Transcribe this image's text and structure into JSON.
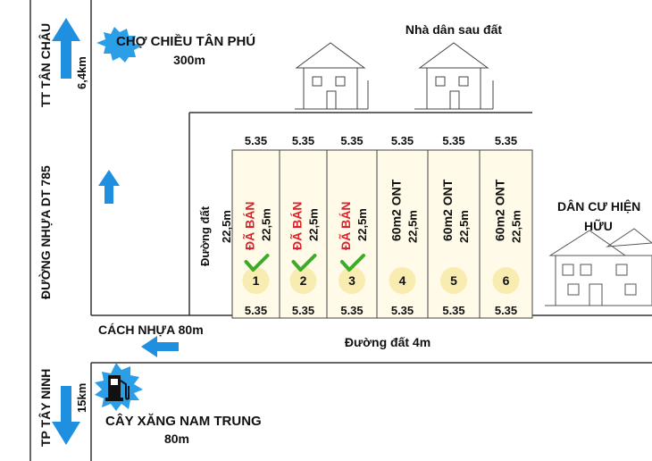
{
  "left_road": {
    "label_top": "TT TÂN CHÂU",
    "distance_top": "6,4km",
    "label_middle": "ĐƯỜNG NHỰA DT 785",
    "label_bottom": "TP TÂY NINH",
    "distance_bottom": "15km"
  },
  "market": {
    "name": "CHỢ CHIỀU TÂN PHÚ",
    "distance": "300m"
  },
  "houses_behind": {
    "label": "Nhà dân sau đất"
  },
  "side_road": {
    "label": "Đường đất",
    "width": "22,5m"
  },
  "lots": [
    {
      "number": "1",
      "top_width": "5.35",
      "bottom_width": "5.35",
      "depth": "22,5m",
      "status": "ĐÃ BÁN",
      "sold": true
    },
    {
      "number": "2",
      "top_width": "5.35",
      "bottom_width": "5.35",
      "depth": "22,5m",
      "status": "ĐÃ BÁN",
      "sold": true
    },
    {
      "number": "3",
      "top_width": "5.35",
      "bottom_width": "5.35",
      "depth": "22,5m",
      "status": "ĐÃ BÁN",
      "sold": true
    },
    {
      "number": "4",
      "top_width": "5.35",
      "bottom_width": "5.35",
      "depth": "22,5m",
      "status": "60m2 ONT",
      "sold": false
    },
    {
      "number": "5",
      "top_width": "5.35",
      "bottom_width": "5.35",
      "depth": "22,5m",
      "status": "60m2 ONT",
      "sold": false
    },
    {
      "number": "6",
      "top_width": "5.35",
      "bottom_width": "5.35",
      "depth": "22,5m",
      "status": "60m2 ONT",
      "sold": false
    }
  ],
  "residents": {
    "line1": "DÂN CƯ HIỆN",
    "line2": "HỮU"
  },
  "asphalt_distance": "CÁCH NHỰA 80m",
  "front_road": {
    "label": "Đường đất 4m"
  },
  "gas_station": {
    "name": "CÂY XĂNG NAM TRUNG",
    "distance": "80m"
  },
  "colors": {
    "arrow": "#1f8fe0",
    "lot_fill": "#fffbe8",
    "circle": "#f8ecb0",
    "sold": "#e0202a",
    "check": "#3cab2a",
    "burst": "#2a9fe8"
  },
  "icons": [
    "arrow-up-icon",
    "arrow-down-icon",
    "arrow-left-icon",
    "burst-icon",
    "house-icon",
    "check-icon",
    "fuel-pump-icon"
  ]
}
